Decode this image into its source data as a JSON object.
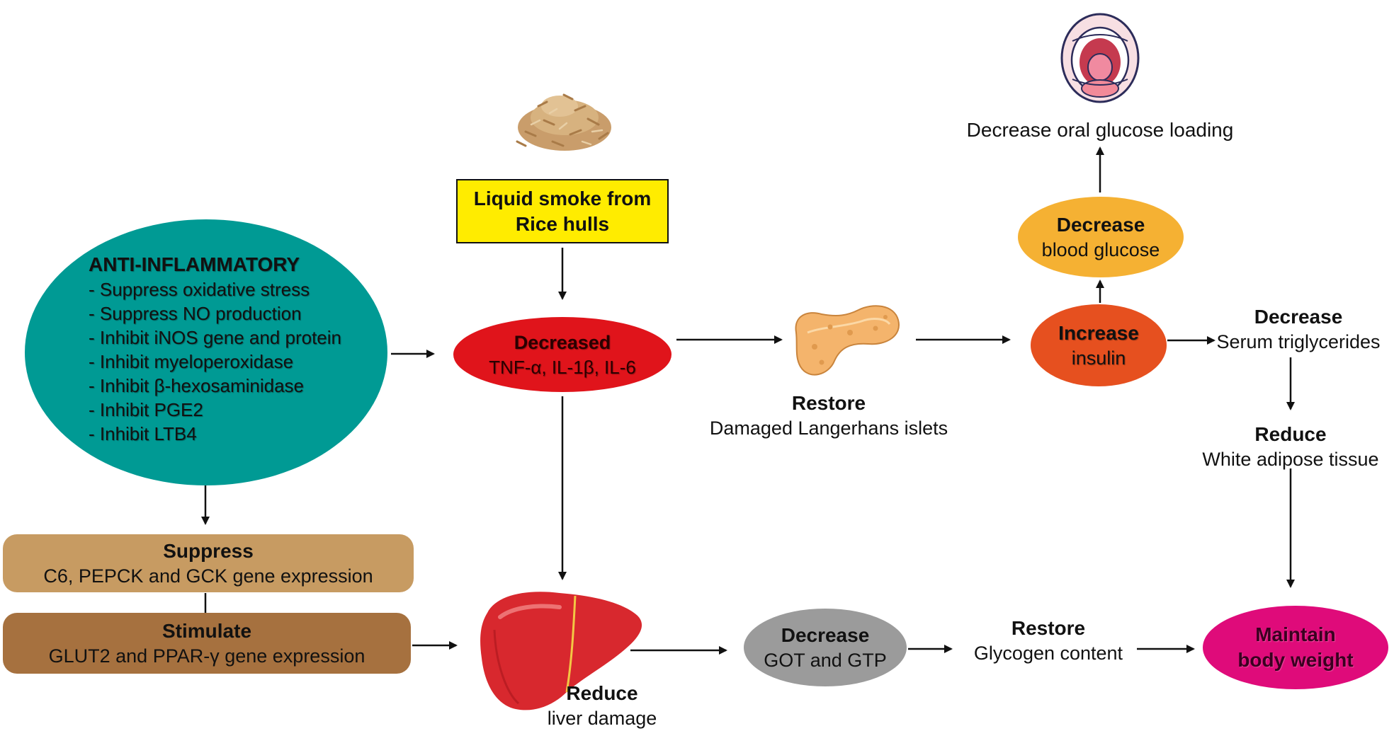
{
  "source": {
    "line1": "Liquid smoke from",
    "line2": "Rice hulls"
  },
  "anti_inflammatory": {
    "title": "ANTI-INFLAMMATORY",
    "items": [
      "- Suppress oxidative stress",
      "- Suppress NO production",
      "- Inhibit iNOS gene and protein",
      "- Inhibit myeloperoxidase",
      "- Inhibit β-hexosaminidase",
      "- Inhibit PGE2",
      "- Inhibit LTB4"
    ]
  },
  "decreased_cytokines": {
    "title": "Decreased",
    "text": "TNF-α, IL-1β, IL-6"
  },
  "pancreas": {
    "title": "Restore",
    "text": "Damaged Langerhans islets"
  },
  "insulin": {
    "title": "Increase",
    "text": "insulin"
  },
  "blood_glucose": {
    "title": "Decrease",
    "text": "blood glucose"
  },
  "oral_glucose": {
    "text": "Decrease oral glucose loading"
  },
  "triglycerides": {
    "title": "Decrease",
    "text": "Serum triglycerides"
  },
  "adipose": {
    "title": "Reduce",
    "text": "White adipose tissue"
  },
  "suppress_genes": {
    "title": "Suppress",
    "text": "C6, PEPCK and GCK gene expression"
  },
  "stimulate_genes": {
    "title": "Stimulate",
    "text": "GLUT2 and PPAR-γ gene expression"
  },
  "liver": {
    "title": "Reduce",
    "text": "liver damage"
  },
  "got_gtp": {
    "title": "Decrease",
    "text": "GOT and GTP"
  },
  "glycogen": {
    "title": "Restore",
    "text": "Glycogen content"
  },
  "body_weight": {
    "line1": "Maintain",
    "line2": "body weight"
  },
  "colors": {
    "source_box": "#ffec00",
    "anti_inflammatory": "#009a94",
    "decreased": "#e0141b",
    "insulin": "#e6501f",
    "blood_glucose": "#f5b133",
    "suppress_box": "#c79b62",
    "stimulate_box": "#a6713f",
    "got_gtp": "#9b9b9b",
    "body_weight": "#df0b7a",
    "liver": "#d8282e"
  },
  "icons": [
    "rice-hulls-icon",
    "open-mouth-icon",
    "pancreas-icon",
    "liver-icon"
  ]
}
